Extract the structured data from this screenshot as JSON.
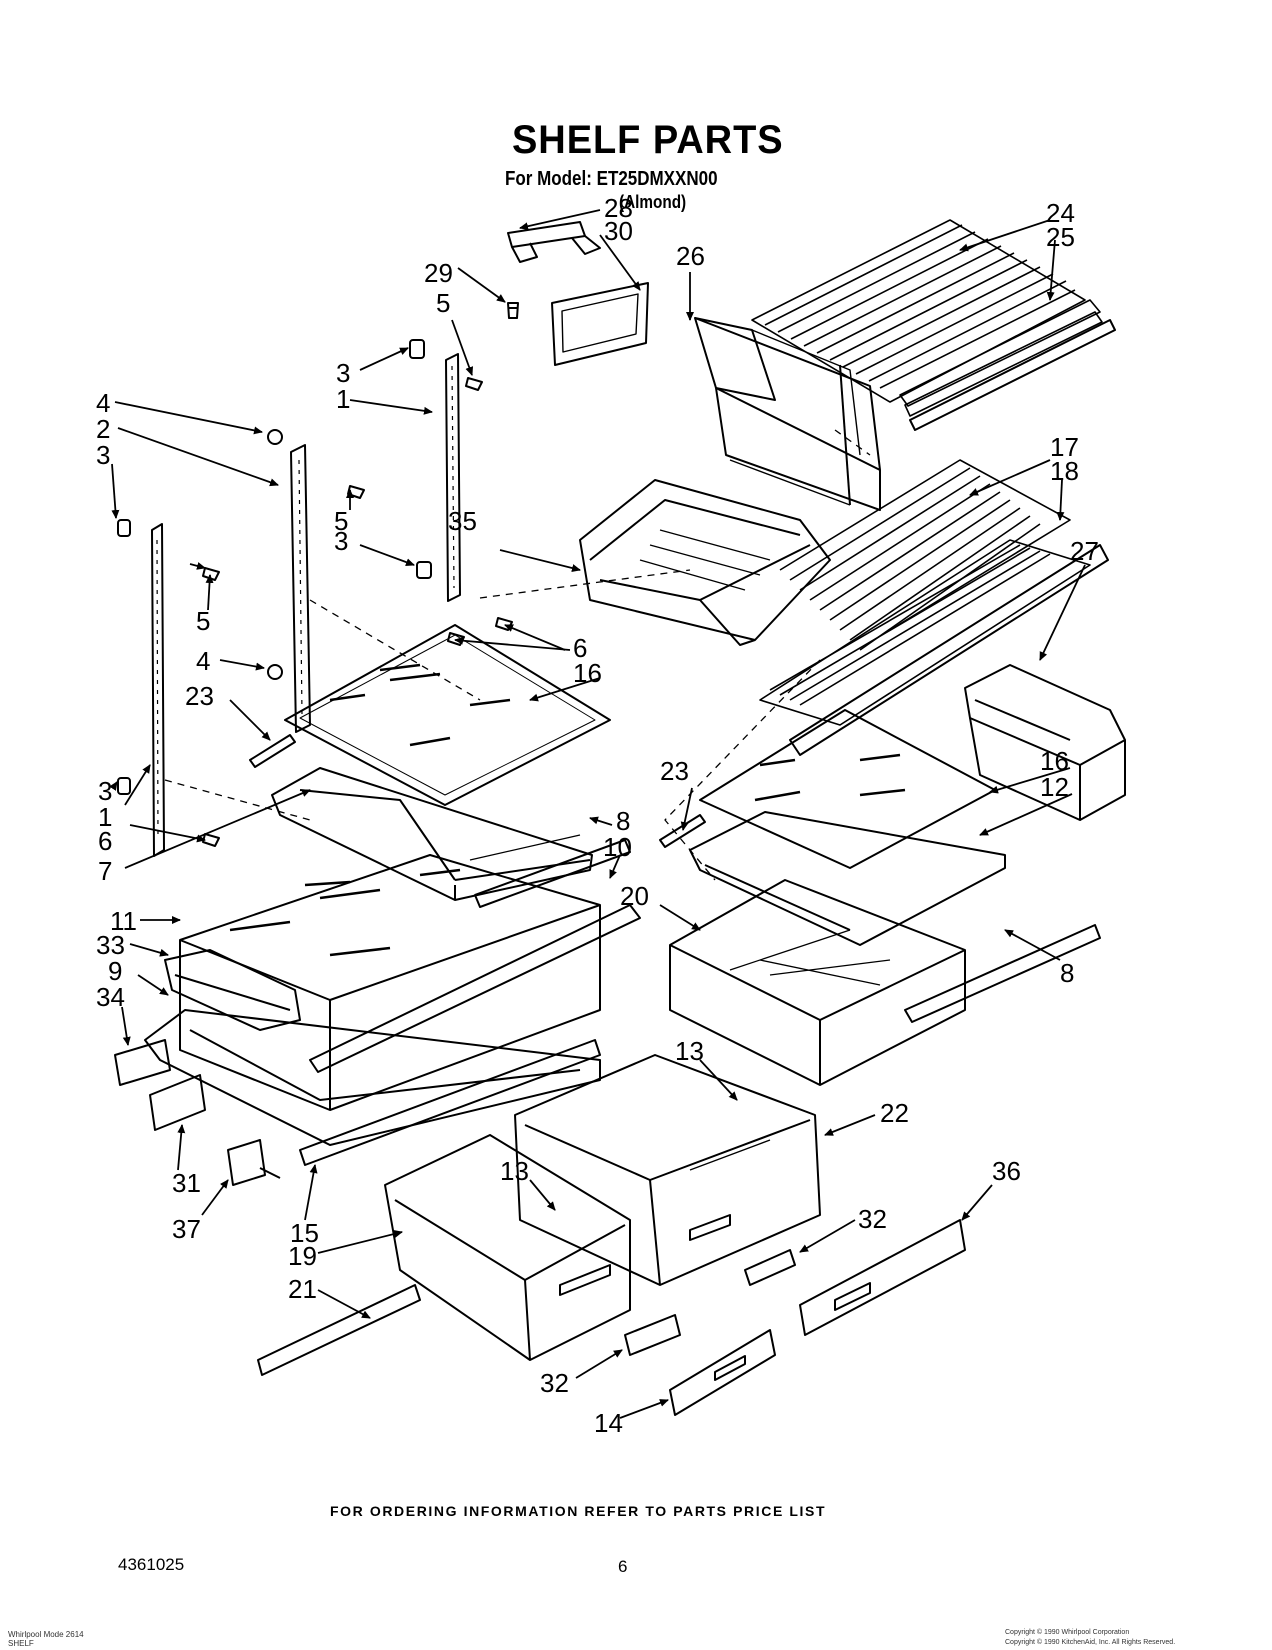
{
  "header": {
    "title": "SHELF PARTS",
    "model_line": "For Model: ET25DMXXN00",
    "color": "(Almond)"
  },
  "callouts": [
    "1",
    "2",
    "3",
    "4",
    "5",
    "6",
    "7",
    "8",
    "9",
    "10",
    "11",
    "12",
    "13",
    "14",
    "15",
    "16",
    "17",
    "18",
    "19",
    "20",
    "21",
    "22",
    "23",
    "24",
    "25",
    "26",
    "27",
    "28",
    "29",
    "30",
    "31",
    "32",
    "33",
    "34",
    "35",
    "36",
    "37"
  ],
  "footer": {
    "ordering_note": "FOR ORDERING INFORMATION REFER TO PARTS PRICE LIST",
    "document_number": "4361025",
    "page_number": "6",
    "small_left": "Whirlpool Mode 2614\nSHELF",
    "small_right_1": "Copyright © 1990 Whirlpool Corporation",
    "small_right_2": "Copyright © 1990 KitchenAid, Inc. All Rights Reserved."
  }
}
